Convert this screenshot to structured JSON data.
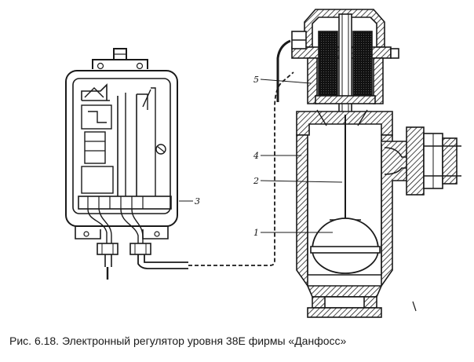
{
  "figure": {
    "caption": "Рис. 6.18. Электронный регулятор уровня 38Е фирмы «Данфосс»",
    "callouts": [
      "1",
      "2",
      "3",
      "4",
      "5"
    ]
  }
}
